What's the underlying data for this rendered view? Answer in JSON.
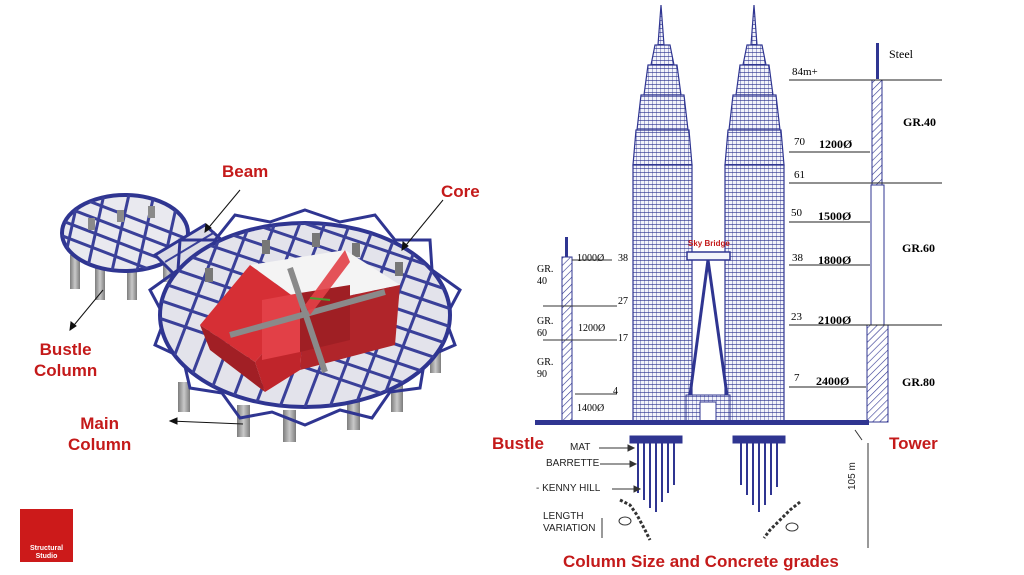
{
  "left_labels": {
    "beam": "Beam",
    "core": "Core",
    "bustle_column": [
      "Bustle",
      "Column"
    ],
    "main_column": [
      "Main",
      "Column"
    ]
  },
  "tower_annotations": {
    "steel": "Steel",
    "top_level": "84m+",
    "sky_bridge": "Sky Bridge",
    "tower_levels": [
      {
        "level": "70",
        "size": "1200Ø"
      },
      {
        "level": "61",
        "size": ""
      },
      {
        "level": "50",
        "size": "1500Ø"
      },
      {
        "level": "38",
        "size": "1800Ø"
      },
      {
        "level": "23",
        "size": "2100Ø"
      },
      {
        "level": "7",
        "size": "2400Ø"
      }
    ],
    "tower_grades": [
      "GR.40",
      "GR.60",
      "GR.80"
    ],
    "bustle_levels": [
      "38",
      "27",
      "17",
      "4"
    ],
    "bustle_sizes": [
      "1000Ø",
      "1200Ø",
      "1400Ø"
    ],
    "bustle_grades": [
      [
        "GR.",
        "40"
      ],
      [
        "GR.",
        "60"
      ],
      [
        "GR.",
        "90"
      ]
    ]
  },
  "foundation_labels": {
    "mat": "MAT",
    "barrette": "BARRETTE",
    "kenny_hill": "- KENNY HILL",
    "length_variation": [
      "LENGTH",
      "VARIATION"
    ],
    "depth": "105 m"
  },
  "side_labels": {
    "bustle": "Bustle",
    "tower": "Tower"
  },
  "caption": "Column Size and Concrete grades",
  "logo": [
    "Structural",
    "Studio"
  ],
  "colors": {
    "frame": "#2f3591",
    "core": "#c0252b",
    "label": "#c41a1a"
  }
}
